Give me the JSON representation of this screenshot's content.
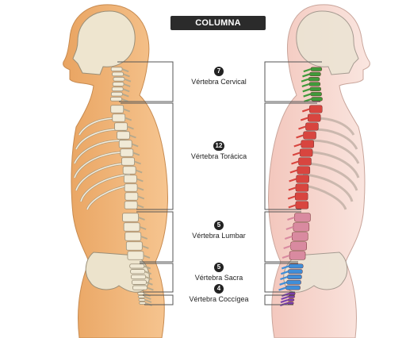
{
  "title": "COLUMNA VERTEBRAL",
  "regions": [
    {
      "count": "7",
      "label": "Vértebra Cervical"
    },
    {
      "count": "12",
      "label": "Vértebra Torácica"
    },
    {
      "count": "5",
      "label": "Vértebra Lumbar"
    },
    {
      "count": "5",
      "label": "Vértebra Sacra"
    },
    {
      "count": "4",
      "label": "Vértebra Coccígea"
    }
  ],
  "colors": {
    "cervical": "#3f9a3a",
    "thoracic": "#d8453f",
    "lumbar": "#d98aa0",
    "sacral": "#3f8ed8",
    "coccygeal": "#7a3fae",
    "skin_left": "#f2b474",
    "skin_right": "#f7d9d0",
    "bone": "#f1ead6"
  }
}
